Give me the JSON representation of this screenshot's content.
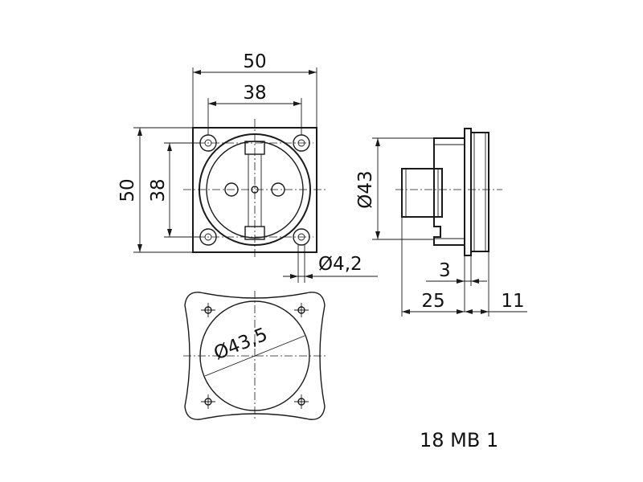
{
  "front_view": {
    "width_outer": "50",
    "width_inner": "38",
    "height_outer": "50",
    "height_inner": "38",
    "hole_diameter": "Ø4,2"
  },
  "side_view": {
    "diameter": "Ø43",
    "flange_thickness": "3",
    "depth_rear": "25",
    "depth_front": "11"
  },
  "cutout_view": {
    "diameter": "Ø43,5"
  },
  "model_code": "18 MB 1"
}
